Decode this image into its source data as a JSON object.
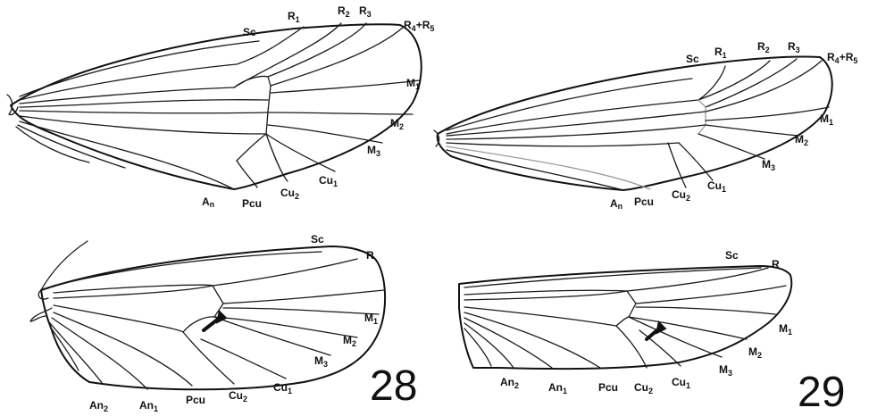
{
  "wings": [
    {
      "id": "forewing-28",
      "labels": [
        {
          "base": "Sc",
          "sub": ""
        },
        {
          "base": "R",
          "sub": "1"
        },
        {
          "base": "R",
          "sub": "2"
        },
        {
          "base": "R",
          "sub": "3"
        },
        {
          "base": "R",
          "sub": "4",
          "tail": "+R",
          "sub2": "5"
        },
        {
          "base": "M",
          "sub": "1"
        },
        {
          "base": "M",
          "sub": "2"
        },
        {
          "base": "M",
          "sub": "3"
        },
        {
          "base": "Cu",
          "sub": "1"
        },
        {
          "base": "Cu",
          "sub": "2"
        },
        {
          "base": "Pcu",
          "sub": ""
        },
        {
          "base": "A",
          "sub": "n"
        }
      ]
    },
    {
      "id": "forewing-29",
      "labels": [
        {
          "base": "Sc",
          "sub": ""
        },
        {
          "base": "R",
          "sub": "1"
        },
        {
          "base": "R",
          "sub": "2"
        },
        {
          "base": "R",
          "sub": "3"
        },
        {
          "base": "R",
          "sub": "4",
          "tail": "+R",
          "sub2": "5"
        },
        {
          "base": "M",
          "sub": "1"
        },
        {
          "base": "M",
          "sub": "2"
        },
        {
          "base": "M",
          "sub": "3"
        },
        {
          "base": "Cu",
          "sub": "1"
        },
        {
          "base": "Cu",
          "sub": "2"
        },
        {
          "base": "Pcu",
          "sub": ""
        },
        {
          "base": "A",
          "sub": "n"
        }
      ]
    },
    {
      "id": "hindwing-28",
      "labels": [
        {
          "base": "Sc",
          "sub": ""
        },
        {
          "base": "R",
          "sub": ""
        },
        {
          "base": "M",
          "sub": "1"
        },
        {
          "base": "M",
          "sub": "2"
        },
        {
          "base": "M",
          "sub": "3"
        },
        {
          "base": "Cu",
          "sub": "1"
        },
        {
          "base": "Cu",
          "sub": "2"
        },
        {
          "base": "Pcu",
          "sub": ""
        },
        {
          "base": "An",
          "sub": "1"
        },
        {
          "base": "An",
          "sub": "2"
        }
      ]
    },
    {
      "id": "hindwing-29",
      "labels": [
        {
          "base": "Sc",
          "sub": ""
        },
        {
          "base": "R",
          "sub": ""
        },
        {
          "base": "M",
          "sub": "1"
        },
        {
          "base": "M",
          "sub": "2"
        },
        {
          "base": "M",
          "sub": "3"
        },
        {
          "base": "Cu",
          "sub": "1"
        },
        {
          "base": "Cu",
          "sub": "2"
        },
        {
          "base": "Pcu",
          "sub": ""
        },
        {
          "base": "An",
          "sub": "1"
        },
        {
          "base": "An",
          "sub": "2"
        }
      ]
    }
  ],
  "figure_numbers": [
    "28",
    "29"
  ]
}
